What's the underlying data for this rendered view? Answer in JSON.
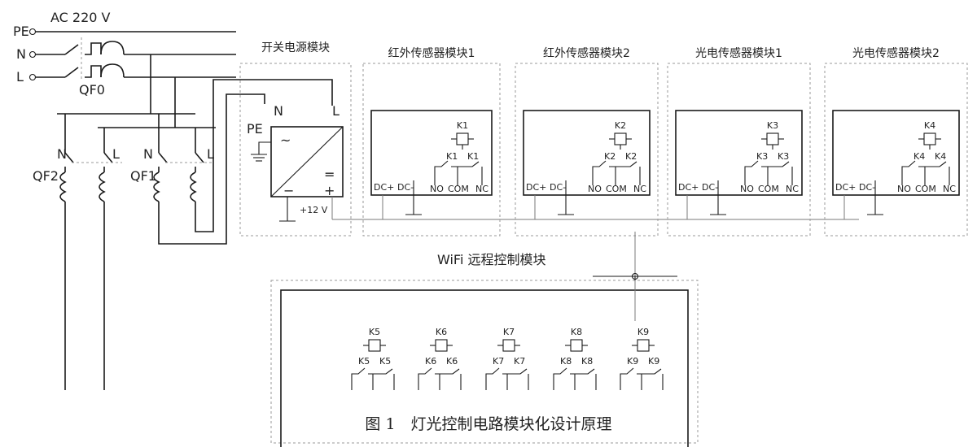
{
  "supply": {
    "voltage": "AC  220 V",
    "pe": "PE",
    "n": "N",
    "l": "L"
  },
  "breakers": {
    "main": "QF0",
    "qf1": "QF1",
    "qf2": "QF2",
    "n": "N",
    "l": "L"
  },
  "psu": {
    "title": "开关电源模块",
    "n": "N",
    "l": "L",
    "pe": "PE",
    "ac": "~",
    "dc": "=",
    "minus": "−",
    "plus": "+",
    "out": "+12 V"
  },
  "sensors": [
    {
      "title": "红外传感器模块1",
      "relay": "K1"
    },
    {
      "title": "红外传感器模块2",
      "relay": "K2"
    },
    {
      "title": "光电传感器模块1",
      "relay": "K3"
    },
    {
      "title": "光电传感器模块2",
      "relay": "K4"
    }
  ],
  "terminals": {
    "dcp": "DC+",
    "dcm": "DC-",
    "no": "NO",
    "com": "COM",
    "nc": "NC"
  },
  "wifi": {
    "title": "WiFi 远程控制模块",
    "relays": [
      "K5",
      "K6",
      "K7",
      "K8",
      "K9"
    ]
  },
  "caption": "图 1　灯光控制电路模块化设计原理"
}
